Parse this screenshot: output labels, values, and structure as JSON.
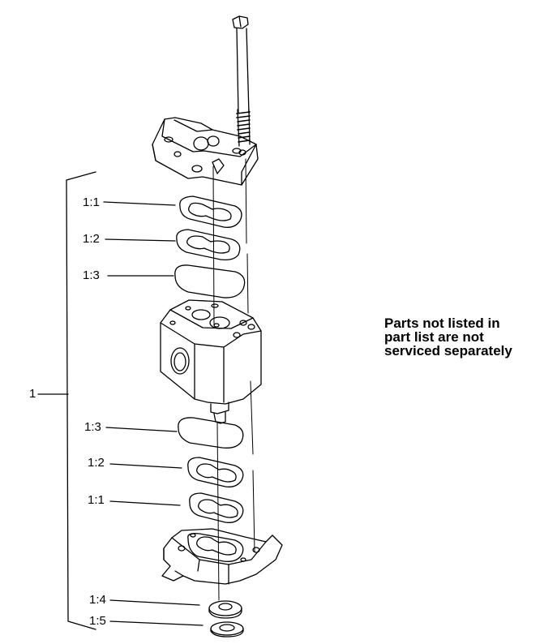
{
  "labels": {
    "assembly": "1",
    "top_gasket_1": "1:1",
    "top_gasket_2": "1:2",
    "top_oring": "1:3",
    "bottom_oring": "1:3",
    "bottom_gasket_2": "1:2",
    "bottom_gasket_1": "1:1",
    "washer_1": "1:4",
    "washer_2": "1:5"
  },
  "note": {
    "line1": "Parts not listed in",
    "line2": "part list are not",
    "line3": "serviced separately"
  }
}
